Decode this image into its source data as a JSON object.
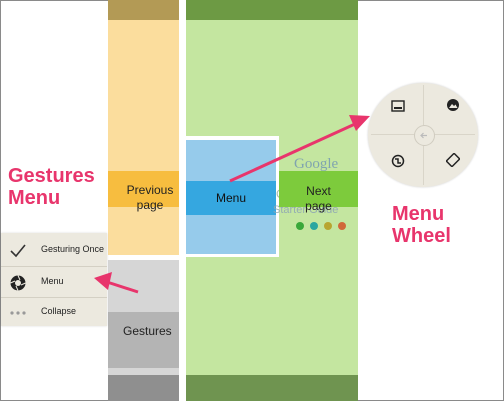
{
  "screen": {
    "previous_label": "Previous page",
    "menu_label": "Menu",
    "next_label": "Next page",
    "google_text": "Google",
    "starter_text": "Starter Guide",
    "partial_g": "G",
    "gestures_label": "Gestures"
  },
  "side_menu": {
    "items": [
      {
        "label": "Gesturing Once",
        "icon": "check-icon"
      },
      {
        "label": "Menu",
        "icon": "aperture-icon"
      },
      {
        "label": "Collapse",
        "icon": "dots-icon"
      }
    ]
  },
  "wheel": {
    "icons": [
      "keyboard-icon",
      "image-icon",
      "flip-icon",
      "rotate-icon"
    ],
    "center_icon": "back-arrow-icon"
  },
  "annotations": {
    "gestures_menu_title_line1": "Gestures",
    "gestures_menu_title_line2": "Menu",
    "menu_wheel_title_line1": "Menu",
    "menu_wheel_title_line2": "Wheel"
  },
  "colors": {
    "accent_pink": "#e8356c",
    "menu_blue": "#35a7e0",
    "prev_orange": "#f7bd3f",
    "next_green": "#7dcb3c"
  }
}
